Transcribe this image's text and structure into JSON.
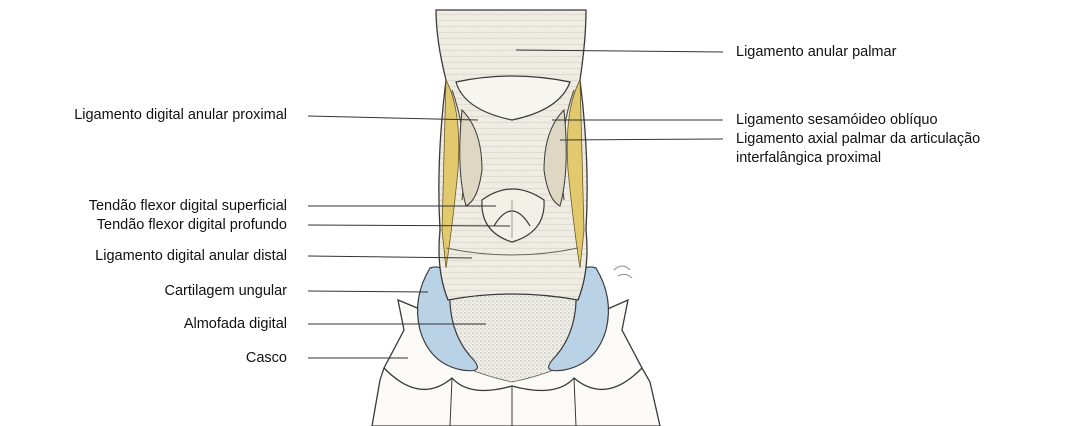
{
  "colors": {
    "cartilage": "#b9d2e6",
    "tissue": "#efece4",
    "hoof": "#fbfaf6",
    "outline": "#3a3a3a",
    "ligament_yellow": "#e2c96e",
    "leader": "#333333"
  },
  "labels_left": [
    "Ligamento digital anular proximal",
    "Tendão flexor digital superficial",
    "Tendão flexor digital profundo",
    "Ligamento digital anular distal",
    "Cartilagem ungular",
    "Almofada digital",
    "Casco"
  ],
  "labels_right": [
    "Ligamento anular palmar",
    "Ligamento sesamóideo oblíquo",
    "Ligamento axial palmar da articulação",
    "interfalângica proximal"
  ]
}
